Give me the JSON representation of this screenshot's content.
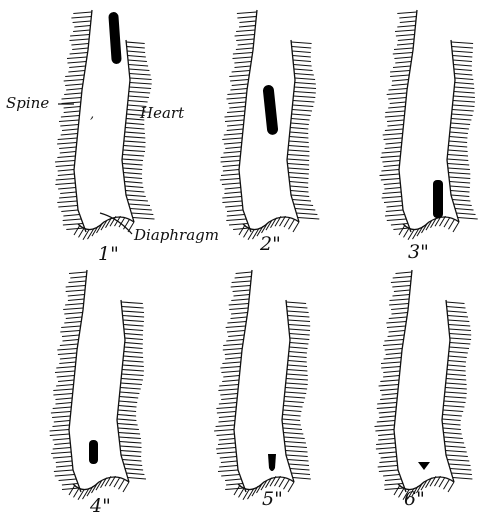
{
  "figure": {
    "labels": {
      "spine": "Spine",
      "heart": "Heart",
      "diaphragm": "Diaphragm"
    },
    "panels": [
      {
        "label": "1\"",
        "mark": "blob-high"
      },
      {
        "label": "2\"",
        "mark": "blob-mid"
      },
      {
        "label": "3\"",
        "mark": "blob-low"
      },
      {
        "label": "4\"",
        "mark": "blob-bottom"
      },
      {
        "label": "5\"",
        "mark": "drop-bottom"
      },
      {
        "label": "6\"",
        "mark": "drop-apex"
      }
    ]
  }
}
